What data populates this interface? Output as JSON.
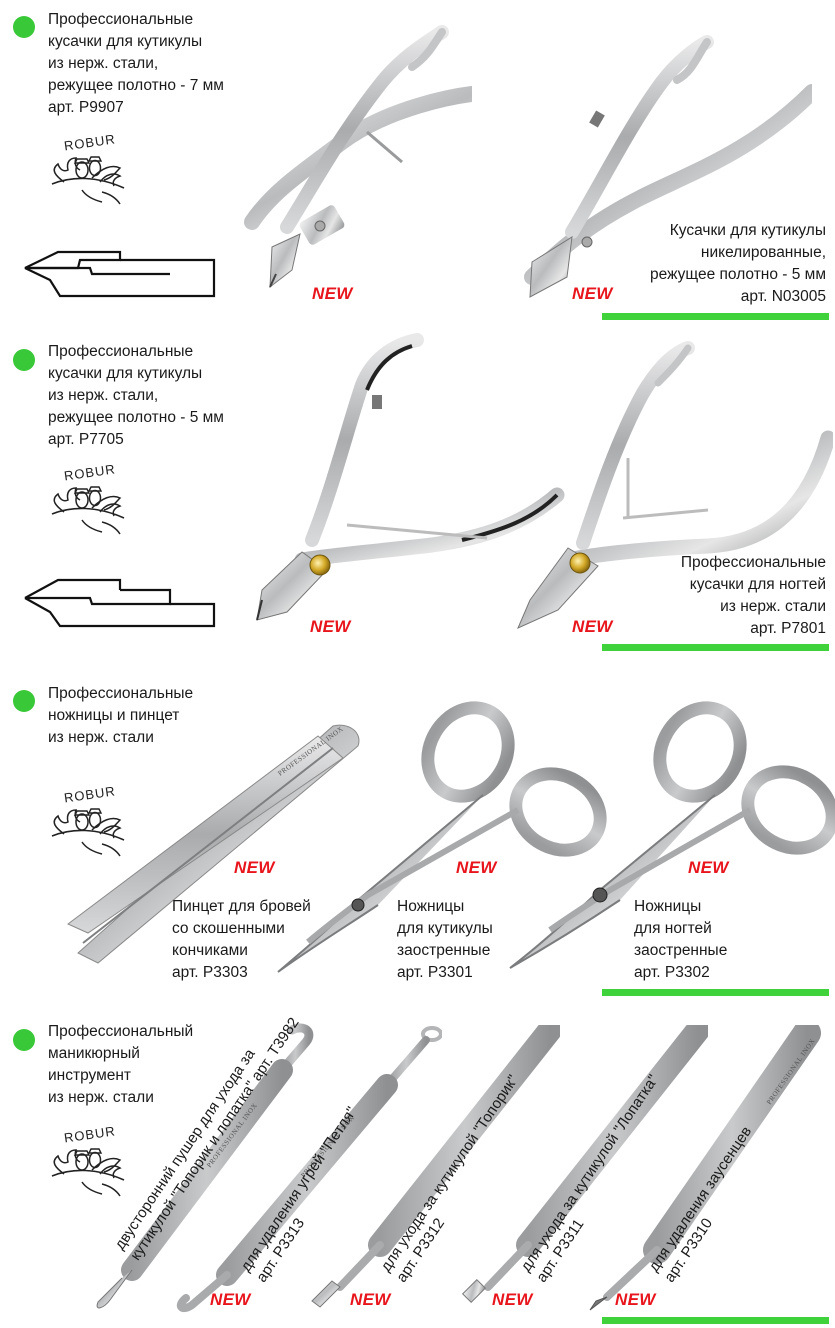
{
  "new_label": "NEW",
  "brand": "ROBUR",
  "engraving": "PROFESSIONAL INOX",
  "colors": {
    "accent_green": "#39c838",
    "new_red": "#e8161c"
  },
  "section1": {
    "left": [
      "Профессиональные",
      "кусачки для кутикулы",
      "из нерж. стали,",
      "режущее полотно - 7 мм",
      "арт. P9907"
    ],
    "right": [
      "Кусачки для кутикулы",
      "никелированные,",
      "режущее полотно - 5 мм",
      "арт. N03005"
    ]
  },
  "section2": {
    "left": [
      "Профессиональные",
      "кусачки для кутикулы",
      "из нерж. стали,",
      "режущее полотно - 5 мм",
      "арт. P7705"
    ],
    "right": [
      "Профессиональные",
      "кусачки для ногтей",
      "из нерж. стали",
      "арт. P7801"
    ]
  },
  "section3": {
    "heading": [
      "Профессиональные",
      "ножницы и пинцет",
      "из нерж. стали"
    ],
    "items": [
      [
        "Пинцет для бровей",
        "со скошенными",
        "кончиками",
        "арт. P3303"
      ],
      [
        "Ножницы",
        "для кутикулы",
        "заостренные",
        "арт. P3301"
      ],
      [
        "Ножницы",
        "для ногтей",
        "заостренные",
        "арт. P3302"
      ]
    ]
  },
  "section4": {
    "heading": [
      "Профессиональный",
      "маникюрный",
      "инструмент",
      "из нерж. стали"
    ],
    "items": [
      [
        "двусторонний пушер для ухода за",
        "кутикулой \"Топорик и лопатка\" арт. T3982"
      ],
      [
        "для удаления угрей \"Петля\"",
        "арт. P3313"
      ],
      [
        "для ухода за кутикулой \"Топорик\"",
        "арт. P3312"
      ],
      [
        "для ухода за кутикулой \"Лопатка\"",
        "арт. P3311"
      ],
      [
        "для удаления заусенцев",
        "арт. P3310"
      ]
    ]
  }
}
